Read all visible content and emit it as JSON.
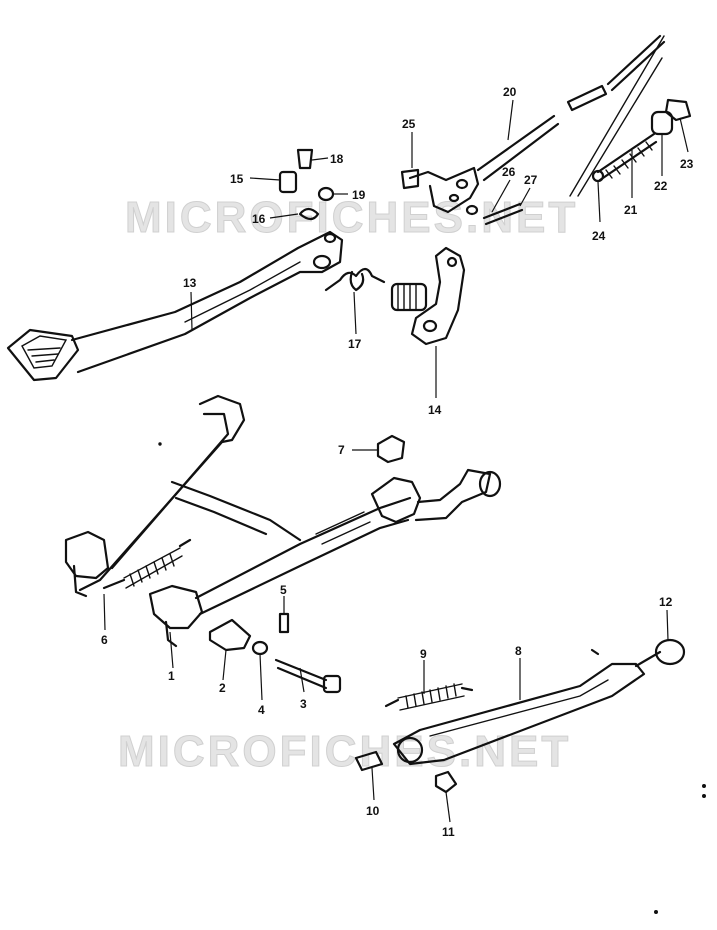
{
  "watermark_text": "MICROFICHES.NET",
  "callouts": [
    {
      "id": "c1",
      "label": "1"
    },
    {
      "id": "c2",
      "label": "2"
    },
    {
      "id": "c3",
      "label": "3"
    },
    {
      "id": "c4",
      "label": "4"
    },
    {
      "id": "c5",
      "label": "5"
    },
    {
      "id": "c6",
      "label": "6"
    },
    {
      "id": "c7",
      "label": "7"
    },
    {
      "id": "c8",
      "label": "8"
    },
    {
      "id": "c9",
      "label": "9"
    },
    {
      "id": "c10",
      "label": "10"
    },
    {
      "id": "c11",
      "label": "11"
    },
    {
      "id": "c12",
      "label": "12"
    },
    {
      "id": "c13",
      "label": "13"
    },
    {
      "id": "c14",
      "label": "14"
    },
    {
      "id": "c15",
      "label": "15"
    },
    {
      "id": "c16",
      "label": "16"
    },
    {
      "id": "c17",
      "label": "17"
    },
    {
      "id": "c18",
      "label": "18"
    },
    {
      "id": "c19",
      "label": "19"
    },
    {
      "id": "c20",
      "label": "20"
    },
    {
      "id": "c21",
      "label": "21"
    },
    {
      "id": "c22",
      "label": "22"
    },
    {
      "id": "c23",
      "label": "23"
    },
    {
      "id": "c24",
      "label": "24"
    },
    {
      "id": "c25",
      "label": "25"
    },
    {
      "id": "c26",
      "label": "26"
    },
    {
      "id": "c27",
      "label": "27"
    }
  ]
}
